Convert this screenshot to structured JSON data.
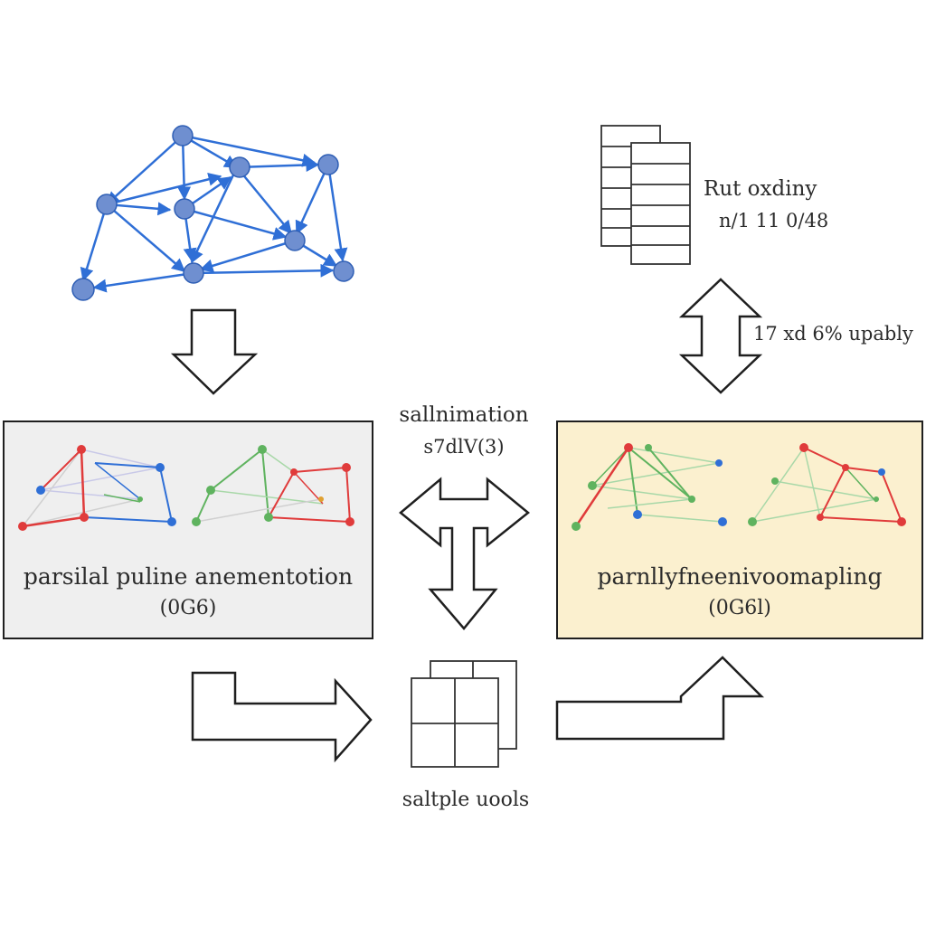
{
  "colors": {
    "graph_blue": "#2f6fd6",
    "node_blue": "#6f8fd0",
    "red": "#e03b3b",
    "green": "#5fb35f",
    "panel_left_bg": "#efefef",
    "panel_right_bg": "#fbf0cf",
    "outline": "#1f1f1f"
  },
  "right_top": {
    "line1": "Rut oxdiny",
    "line2": "n/1 11 0/48"
  },
  "arrow_label_right": "17 xd 6% upably",
  "center_label": {
    "line1": "sallnimation",
    "line2": "s7dlV(3)"
  },
  "panel_left": {
    "title": "parsilal puline anementotion",
    "subtitle": "(0G6)"
  },
  "panel_right": {
    "title": "parnllyfneenivoomapling",
    "subtitle": "(0G6l)"
  },
  "bottom_label": "saltple uools"
}
